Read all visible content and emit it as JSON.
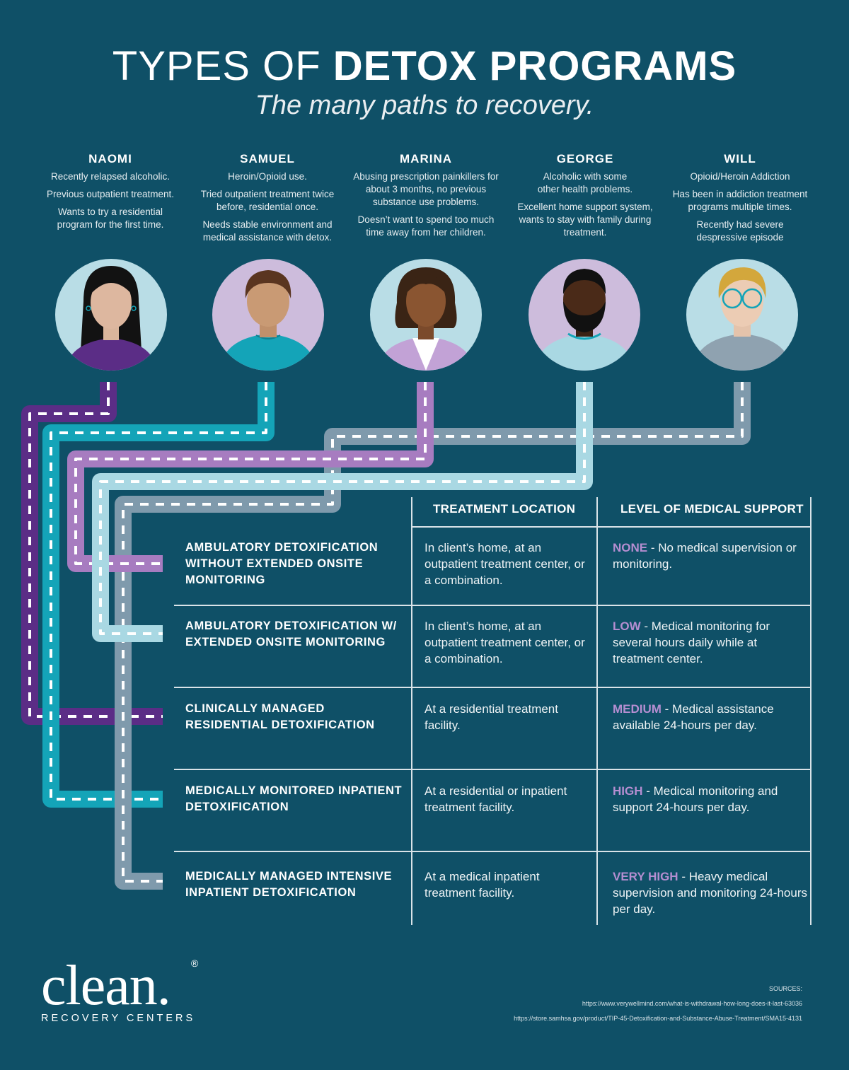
{
  "header": {
    "title_light": "TYPES OF ",
    "title_bold": "DETOX PROGRAMS",
    "subtitle": "The many paths to recovery."
  },
  "people": [
    {
      "name": "NAOMI",
      "lines": [
        "Recently relapsed alcoholic.",
        "Previous outpatient treatment.",
        "Wants to try a residential program for the first time."
      ]
    },
    {
      "name": "SAMUEL",
      "lines": [
        "Heroin/Opioid use.",
        "Tried outpatient treatment twice before, residential once.",
        "Needs stable environment and medical assistance with detox."
      ]
    },
    {
      "name": "MARINA",
      "lines": [
        "Abusing prescription painkillers for about 3 months, no previous substance use problems.",
        "Doesn’t want to spend too much time away from her children."
      ]
    },
    {
      "name": "GEORGE",
      "lines": [
        "Alcoholic with some other health problems.",
        "Excellent home support system, wants to stay with family during treatment."
      ]
    },
    {
      "name": "WILL",
      "lines": [
        "Opioid/Heroin Addiction",
        "Has been in addiction treatment programs multiple times.",
        "Recently had severe despressive episode"
      ]
    }
  ],
  "path_colors": {
    "naomi": "#5b2d86",
    "samuel": "#14a4b8",
    "marina": "#a77cc0",
    "george": "#a9d8e3",
    "will": "#7f9aac"
  },
  "table": {
    "col_location": "TREATMENT LOCATION",
    "col_support": "LEVEL OF MEDICAL SUPPORT",
    "rows": [
      {
        "name": "AMBULATORY DETOXIFICATION WITHOUT EXTENDED ONSITE MONITORING",
        "location": "In client’s home, at an outpatient treatment center, or a combination.",
        "level": "NONE",
        "support": " - No medical supervision or monitoring."
      },
      {
        "name": "AMBULATORY DETOXIFICATION W/ EXTENDED ONSITE MONITORING",
        "location": "In client’s home, at an outpatient treatment center, or a combination.",
        "level": "LOW",
        "support": " - Medical monitoring for several hours daily while at treatment center."
      },
      {
        "name": "CLINICALLY MANAGED RESIDENTIAL DETOXIFICATION",
        "location": "At a residential treatment facility.",
        "level": "MEDIUM",
        "support": " - Medical assistance available 24-hours per day."
      },
      {
        "name": "MEDICALLY MONITORED INPATIENT DETOXIFICATION",
        "location": "At a residential or inpatient treatment facility.",
        "level": "HIGH",
        "support": " - Medical monitoring and support 24-hours per day."
      },
      {
        "name": "MEDICALLY MANAGED INTENSIVE INPATIENT DETOXIFICATION",
        "location": "At a medical inpatient treatment facility.",
        "level": "VERY HIGH",
        "support": " - Heavy medical supervision and monitoring 24-hours per day."
      }
    ]
  },
  "logo": {
    "word": "clean.",
    "reg": "®",
    "sub": "RECOVERY CENTERS"
  },
  "sources": {
    "label": "SOURCES:",
    "links": [
      "https://www.verywellmind.com/what-is-withdrawal-how-long-does-it-last-63036",
      "https://store.samhsa.gov/product/TIP-45-Detoxification-and-Substance-Abuse-Treatment/SMA15-4131"
    ]
  }
}
